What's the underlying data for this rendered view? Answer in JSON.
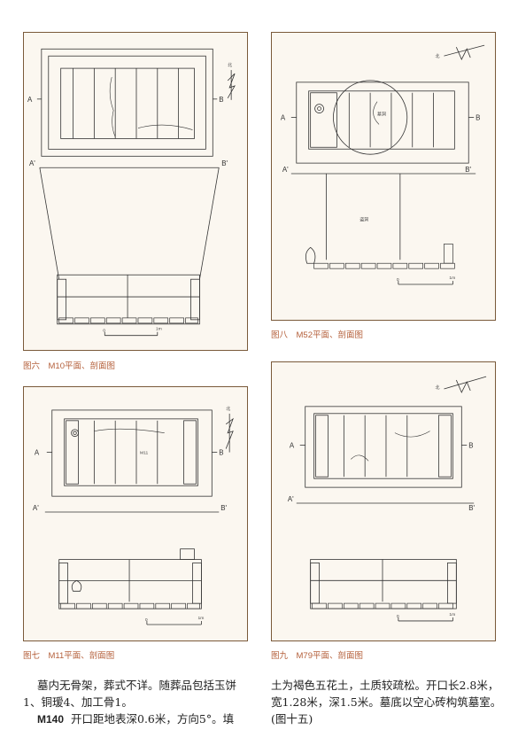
{
  "figures": [
    {
      "caption": "图六　M10平面、剖面图",
      "north": "北"
    },
    {
      "caption": "图八　M52平面、剖面图",
      "north": "北",
      "mark_top": "墓洞",
      "mark_section": "盗洞"
    },
    {
      "caption": "图七　M11平面、剖面图",
      "north": "北",
      "mark_top": "M11"
    },
    {
      "caption": "图九　M79平面、剖面图",
      "north": "北"
    }
  ],
  "section_labels": {
    "a": "A",
    "b": "B",
    "a2": "A'",
    "b2": "B'"
  },
  "scale": {
    "zero": "0",
    "one": "1m"
  },
  "text": {
    "left_line1": "墓内无骨架，葬式不详。随葬品包括玉饼",
    "left_line2": "1、铜瑷4、加工骨1。",
    "left_heading": "M140",
    "left_line3": "开口距地表深0.6米，方向5°。填",
    "right_line1": "土为褐色五花土，土质较疏松。开口长2.8米，",
    "right_line2": "宽1.28米，深1.5米。墓底以空心砖构筑墓室。",
    "right_line3": "(图十五)"
  }
}
